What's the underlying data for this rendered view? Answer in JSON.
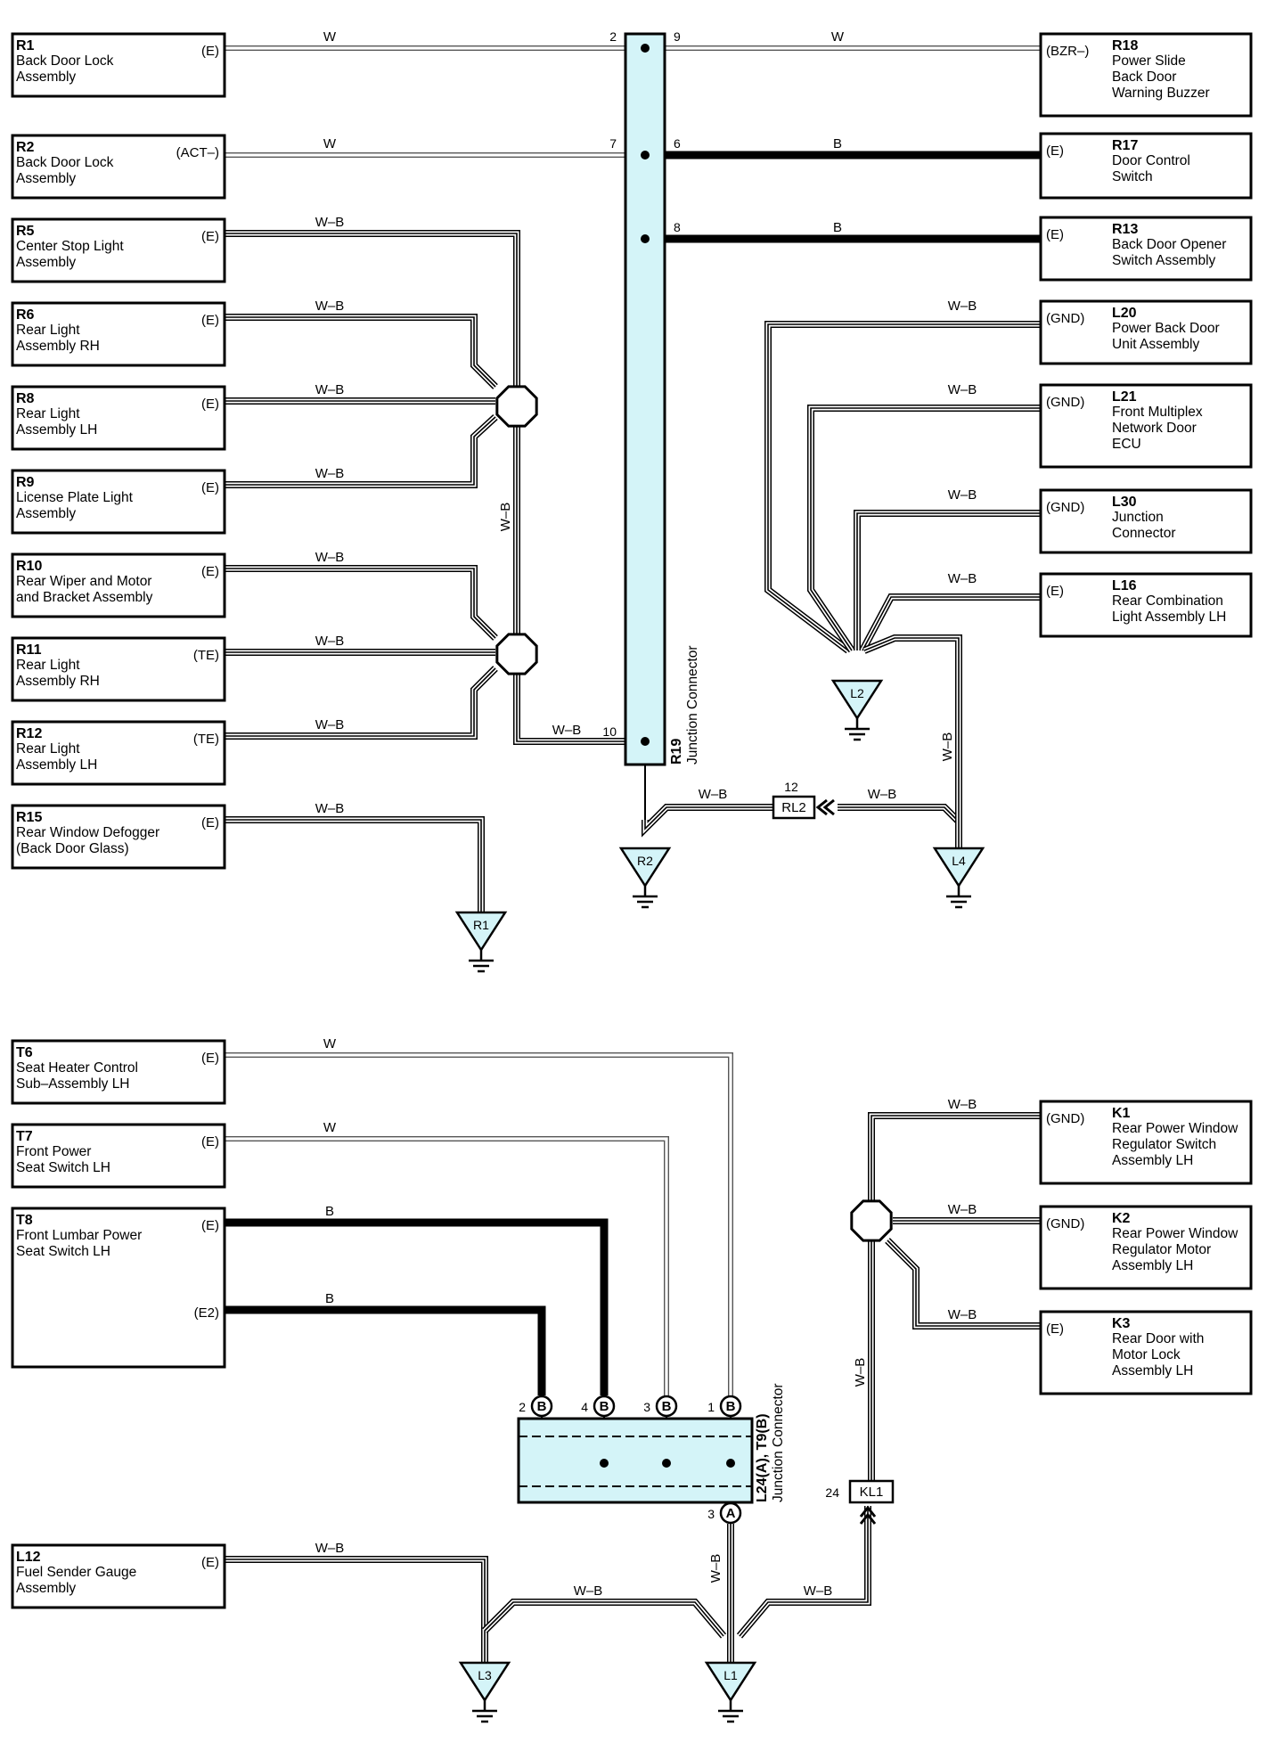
{
  "components_top_left": [
    {
      "id": "R1",
      "lines": [
        "Back Door Lock",
        "Assembly"
      ],
      "pin": "(E)"
    },
    {
      "id": "R2",
      "lines": [
        "Back Door Lock",
        "Assembly"
      ],
      "pin": "(ACT–)"
    },
    {
      "id": "R5",
      "lines": [
        "Center Stop Light",
        "Assembly"
      ],
      "pin": "(E)"
    },
    {
      "id": "R6",
      "lines": [
        "Rear Light",
        "Assembly RH"
      ],
      "pin": "(E)"
    },
    {
      "id": "R8",
      "lines": [
        "Rear Light",
        "Assembly LH"
      ],
      "pin": "(E)"
    },
    {
      "id": "R9",
      "lines": [
        "License Plate Light",
        "Assembly"
      ],
      "pin": "(E)"
    },
    {
      "id": "R10",
      "lines": [
        "Rear Wiper and Motor",
        "and Bracket Assembly"
      ],
      "pin": "(E)"
    },
    {
      "id": "R11",
      "lines": [
        "Rear Light",
        "Assembly RH"
      ],
      "pin": "(TE)"
    },
    {
      "id": "R12",
      "lines": [
        "Rear Light",
        "Assembly LH"
      ],
      "pin": "(TE)"
    },
    {
      "id": "R15",
      "lines": [
        "Rear Window Defogger",
        "(Back Door Glass)"
      ],
      "pin": "(E)"
    }
  ],
  "components_top_right": [
    {
      "id": "R18",
      "lines": [
        "Power Slide",
        "Back Door",
        "Warning Buzzer"
      ],
      "pin": "(BZR–)"
    },
    {
      "id": "R17",
      "lines": [
        "Door Control",
        "Switch"
      ],
      "pin": "(E)"
    },
    {
      "id": "R13",
      "lines": [
        "Back Door Opener",
        "Switch Assembly"
      ],
      "pin": "(E)"
    },
    {
      "id": "L20",
      "lines": [
        "Power Back Door",
        "Unit Assembly"
      ],
      "pin": "(GND)"
    },
    {
      "id": "L21",
      "lines": [
        "Front Multiplex",
        "Network Door",
        "ECU"
      ],
      "pin": "(GND)"
    },
    {
      "id": "L30",
      "lines": [
        "Junction",
        "Connector"
      ],
      "pin": "(GND)"
    },
    {
      "id": "L16",
      "lines": [
        "Rear Combination",
        "Light Assembly LH"
      ],
      "pin": "(E)"
    }
  ],
  "components_bottom_left": [
    {
      "id": "T6",
      "lines": [
        "Seat Heater Control",
        "Sub–Assembly LH"
      ],
      "pin": "(E)"
    },
    {
      "id": "T7",
      "lines": [
        "Front Power",
        "Seat Switch LH"
      ],
      "pin": "(E)"
    },
    {
      "id": "T8",
      "lines": [
        "Front Lumbar Power",
        "Seat Switch LH"
      ],
      "pin": "(E)",
      "pin2": "(E2)"
    },
    {
      "id": "L12",
      "lines": [
        "Fuel Sender Gauge",
        "Assembly"
      ],
      "pin": "(E)"
    }
  ],
  "components_bottom_right": [
    {
      "id": "K1",
      "lines": [
        "Rear Power Window",
        "Regulator Switch",
        "Assembly LH"
      ],
      "pin": "(GND)"
    },
    {
      "id": "K2",
      "lines": [
        "Rear Power Window",
        "Regulator Motor",
        "Assembly LH"
      ],
      "pin": "(GND)"
    },
    {
      "id": "K3",
      "lines": [
        "Rear Door with",
        "Motor Lock",
        "Assembly LH"
      ],
      "pin": "(E)"
    }
  ],
  "junction_r19": {
    "id": "R19",
    "name": "Junction Connector"
  },
  "junction_l24": {
    "id": "L24(A), T9(B)",
    "name": "Junction Connector"
  },
  "connector_rl2": {
    "label": "RL2",
    "pin": "12"
  },
  "connector_kl1": {
    "label": "KL1",
    "pin": "24"
  },
  "grounds": [
    "R1",
    "R2",
    "L2",
    "L4",
    "L3",
    "L1"
  ],
  "wire_colors": {
    "white": "W",
    "black": "B",
    "white_black": "W–B"
  },
  "r19_pins": {
    "left": [
      "2",
      "7",
      "10"
    ],
    "right": [
      "9",
      "6",
      "8"
    ]
  },
  "l24_pins": {
    "top": [
      "2",
      "4",
      "3",
      "1"
    ],
    "top_letter": "B",
    "bottom": "3",
    "bottom_letter": "A"
  },
  "colors": {
    "junction_fill": "#d4f4f8",
    "line": "#000000"
  }
}
